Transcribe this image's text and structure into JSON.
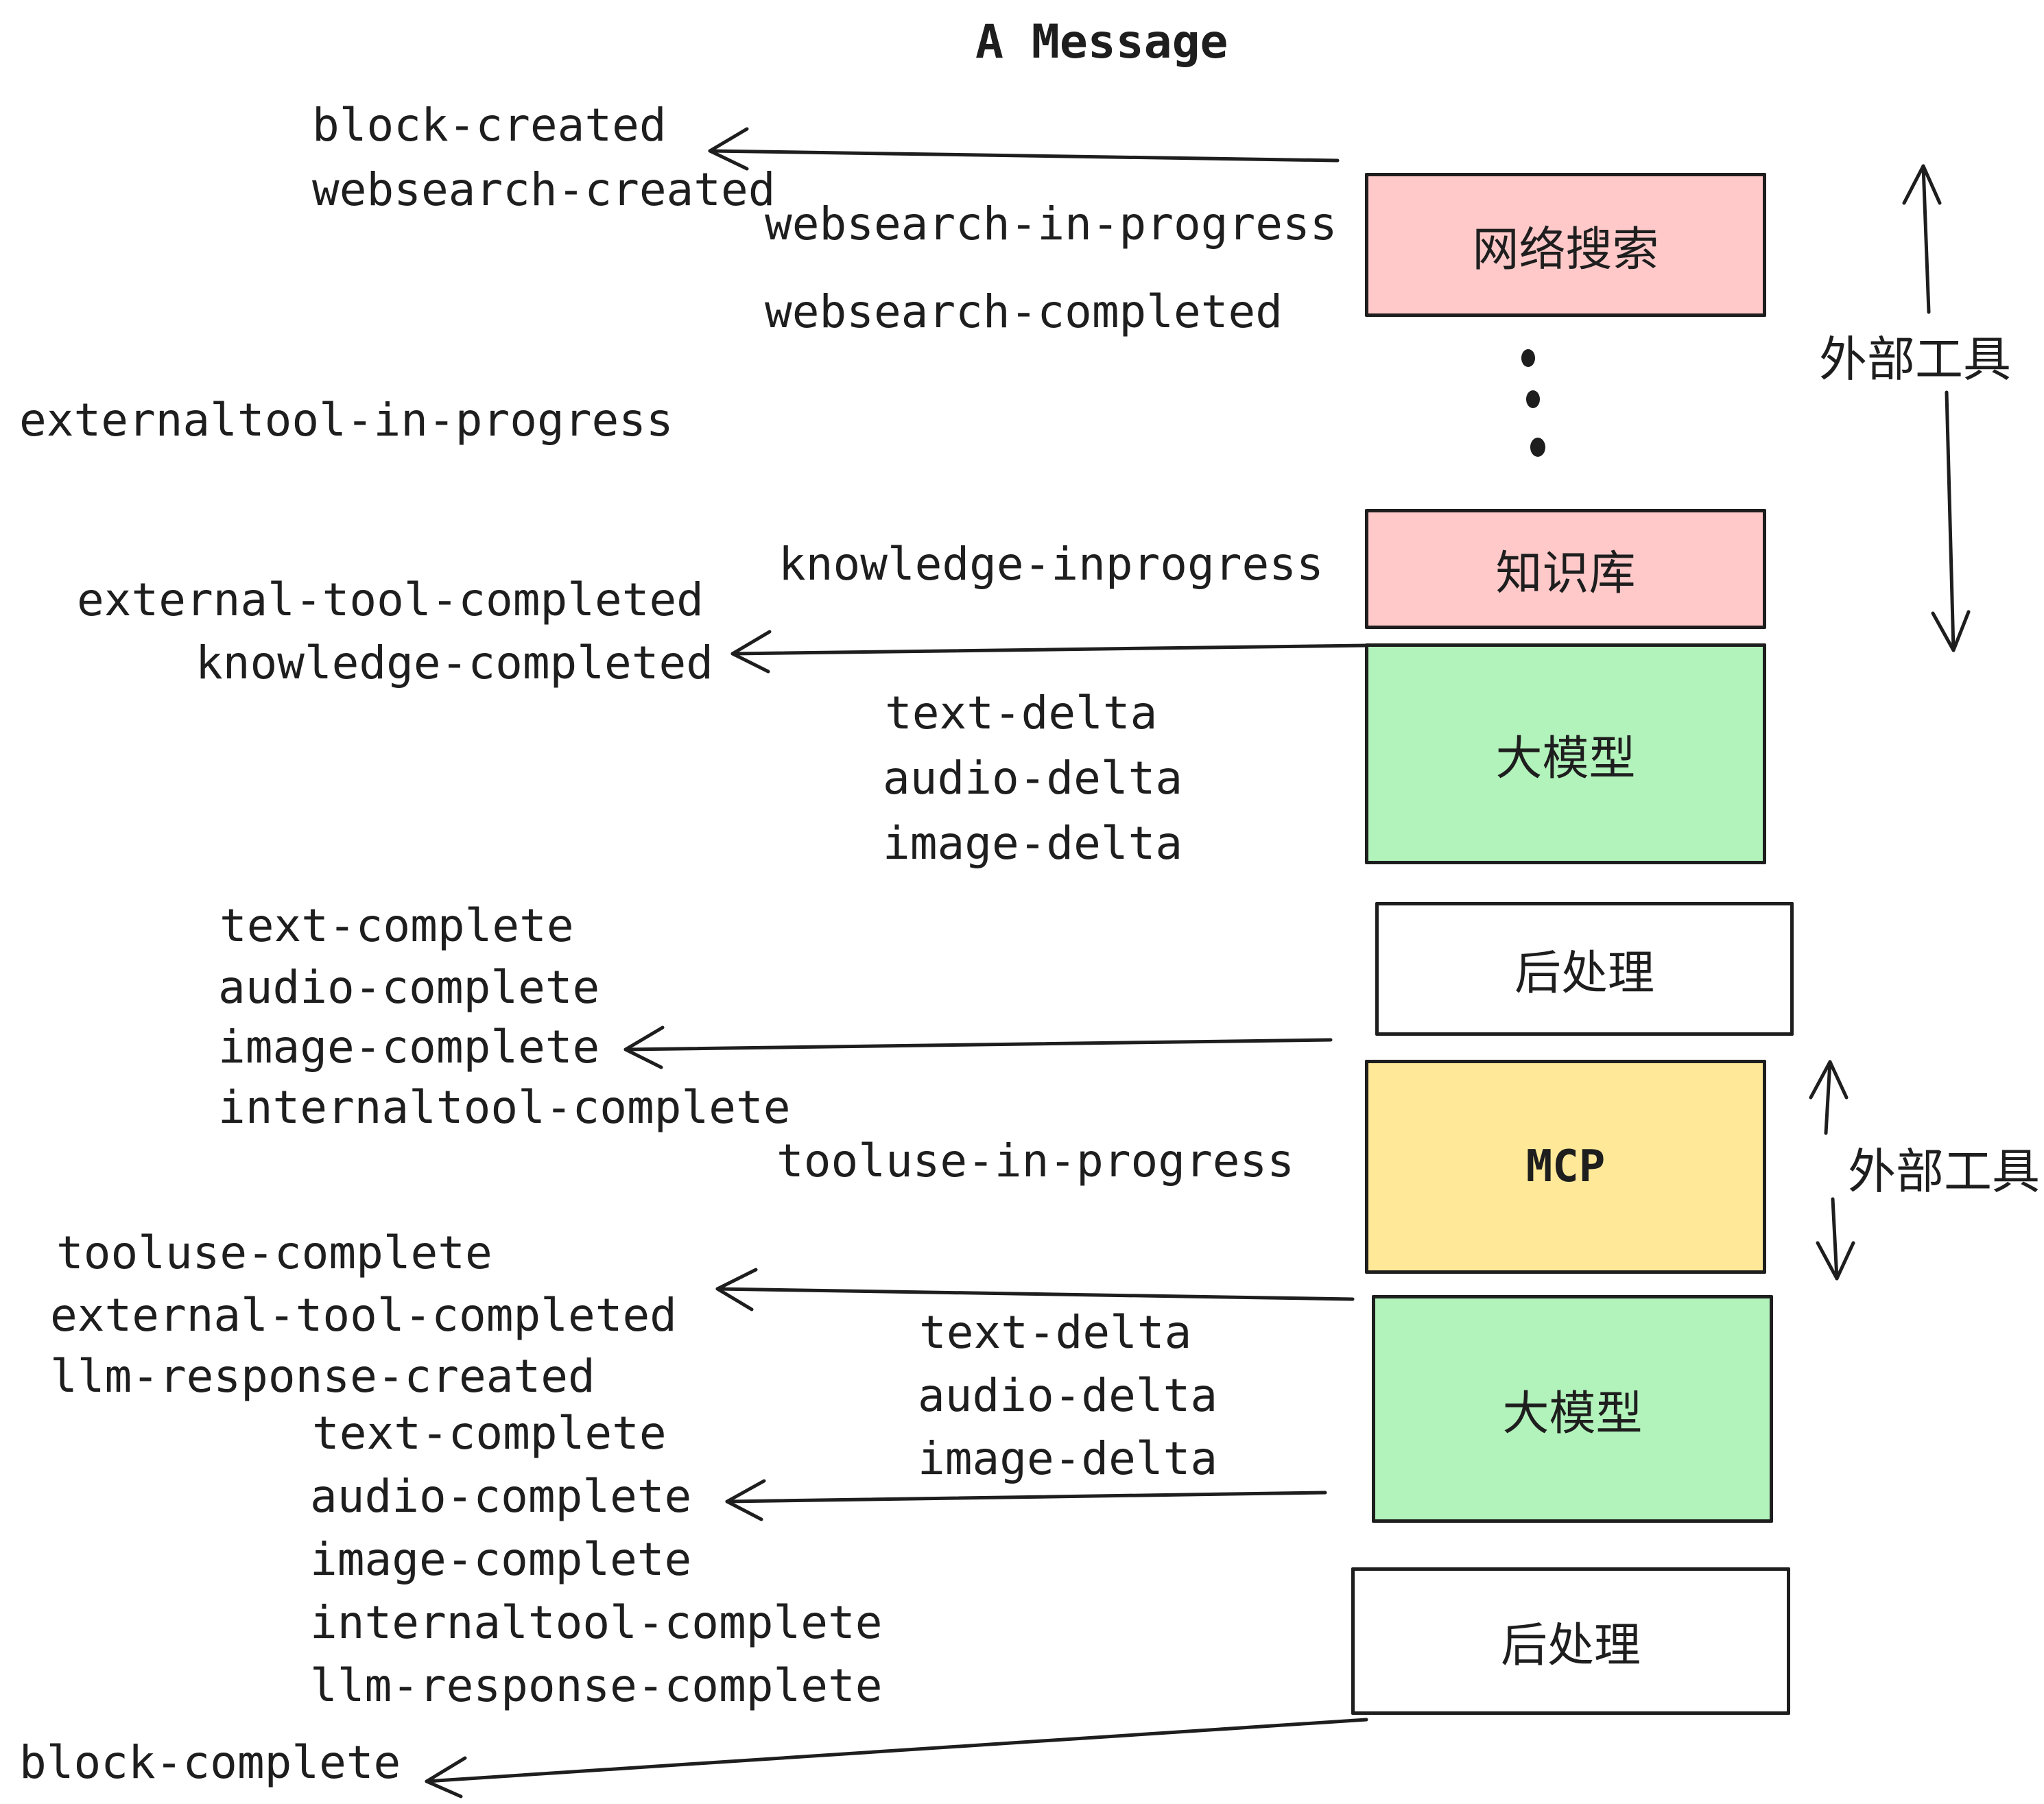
{
  "title": "A Message",
  "nodes": [
    {
      "id": "websearch",
      "label": "网络搜索",
      "fill": "#ffc9c9"
    },
    {
      "id": "knowledge-base",
      "label": "知识库",
      "fill": "#ffc9c9"
    },
    {
      "id": "llm-1",
      "label": "大模型",
      "fill": "#b2f2bb"
    },
    {
      "id": "postprocess-1",
      "label": "后处理",
      "fill": "#ffffff"
    },
    {
      "id": "mcp",
      "label": "MCP",
      "fill": "#ffe999"
    },
    {
      "id": "llm-2",
      "label": "大模型",
      "fill": "#b2f2bb"
    },
    {
      "id": "postprocess-2",
      "label": "后处理",
      "fill": "#ffffff"
    }
  ],
  "side_labels": [
    {
      "text": "外部工具"
    },
    {
      "text": "外部工具"
    }
  ],
  "events": {
    "block_created": "block-created",
    "websearch_created": "websearch-created",
    "websearch_in_progress": "websearch-in-progress",
    "websearch_completed": "websearch-completed",
    "externaltool_in_progress": "externaltool-in-progress",
    "external_tool_completed_1": "external-tool-completed",
    "knowledge_completed": "knowledge-completed",
    "knowledge_inprogress": "knowledge-inprogress",
    "text_delta_1": "text-delta",
    "audio_delta_1": "audio-delta",
    "image_delta_1": "image-delta",
    "text_complete_1": "text-complete",
    "audio_complete_1": "audio-complete",
    "image_complete_1": "image-complete",
    "internaltool_complete_1": "internaltool-complete",
    "tooluse_in_progress": "tooluse-in-progress",
    "tooluse_complete": "tooluse-complete",
    "external_tool_completed_2": "external-tool-completed",
    "llm_response_created": "llm-response-created",
    "text_delta_2": "text-delta",
    "audio_delta_2": "audio-delta",
    "image_delta_2": "image-delta",
    "text_complete_2": "text-complete",
    "audio_complete_2": "audio-complete",
    "image_complete_2": "image-complete",
    "internaltool_complete_2": "internaltool-complete",
    "llm_response_complete": "llm-response-complete",
    "block_complete": "block-complete"
  },
  "colors": {
    "node_pink": "#ffc9c9",
    "node_green": "#b2f2bb",
    "node_yellow": "#ffe999",
    "node_white": "#ffffff",
    "stroke": "#1e1e1e",
    "text": "#1e1e1e",
    "background": "#ffffff"
  }
}
